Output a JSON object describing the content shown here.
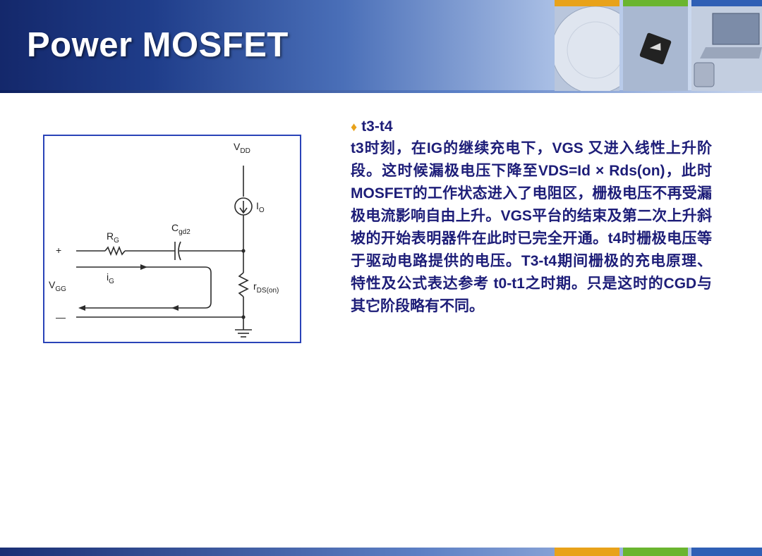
{
  "slide": {
    "title": "Power MOSFET",
    "colors": {
      "header_dark": "#14286b",
      "text": "#1d1d78",
      "bullet": "#e8a21a",
      "border": "#2a43b8"
    },
    "photo_stripes": [
      "#e8a21a",
      "#6ab52f",
      "#2f5fb5"
    ]
  },
  "circuit": {
    "vdd": "V",
    "vdd_sub": "DD",
    "io": "I",
    "io_sub": "O",
    "cgd": "C",
    "cgd_sub": "gd2",
    "rg": "R",
    "rg_sub": "G",
    "ig": "i",
    "ig_sub": "G",
    "vgg": "V",
    "vgg_sub": "GG",
    "rds": "r",
    "rds_sub": "DS(on)",
    "plus": "+",
    "minus": "—"
  },
  "content": {
    "heading": "t3-t4",
    "paragraph": "t3时刻，在IG的继续充电下，VGS 又进入线性上升阶段。这时候漏极电压下降至VDS=Id × Rds(on)，此时MOSFET的工作状态进入了电阻区，栅极电压不再受漏极电流影响自由上升。VGS平台的结束及第二次上升斜坡的开始表明器件在此时已完全开通。t4时栅极电压等于驱动电路提供的电压。T3-t4期间栅极的充电原理、特性及公式表达参考 t0-t1之时期。只是这时的CGD与其它阶段略有不同。"
  }
}
